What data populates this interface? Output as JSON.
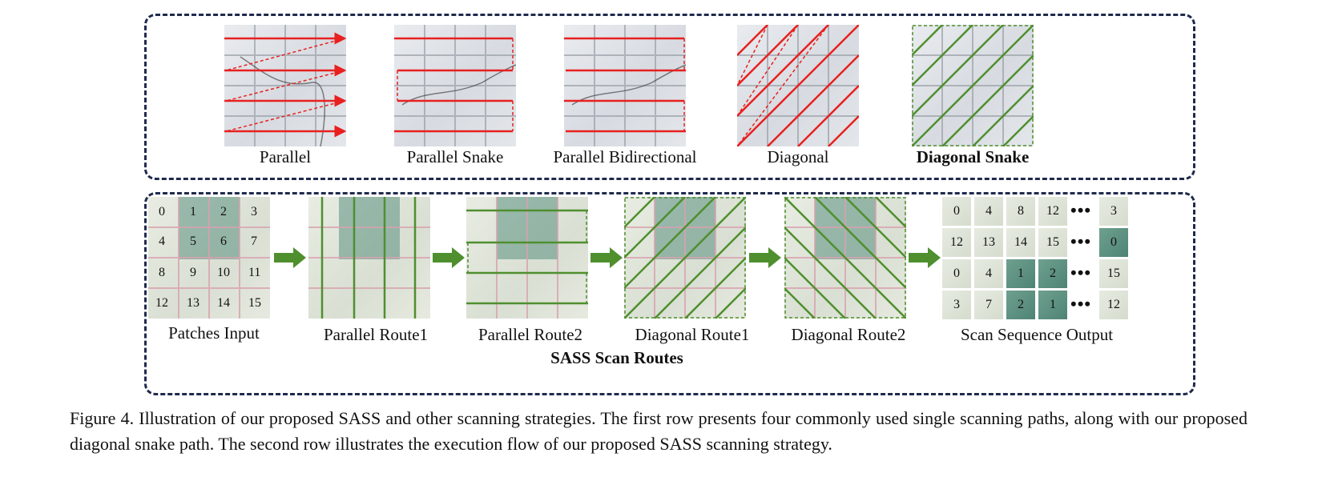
{
  "top_row": {
    "captions": [
      "Parallel",
      "Parallel Snake",
      "Parallel Bidirectional",
      "Diagonal",
      "Diagonal Snake"
    ],
    "colors": {
      "route_red": "#e8201f",
      "route_green": "#4f8f2e"
    }
  },
  "bottom_row": {
    "captions": [
      "Patches Input",
      "Parallel Route1",
      "Parallel Route2",
      "Diagonal Route1",
      "Diagonal Route2",
      "Scan Sequence Output"
    ],
    "title": "SASS Scan Routes",
    "patch_numbers": [
      "0",
      "1",
      "2",
      "3",
      "4",
      "5",
      "6",
      "7",
      "8",
      "9",
      "10",
      "11",
      "12",
      "13",
      "14",
      "15"
    ],
    "sequence_rows": [
      [
        "0",
        "4",
        "8",
        "12",
        "3"
      ],
      [
        "12",
        "13",
        "14",
        "15",
        "0"
      ],
      [
        "0",
        "4",
        "1",
        "2",
        "15"
      ],
      [
        "3",
        "7",
        "2",
        "1",
        "12"
      ]
    ],
    "ellipsis": "•••",
    "flow_arrow_color": "#4f8f2e"
  },
  "figure_caption": "Figure 4. Illustration of our proposed SASS and other scanning strategies. The first row presents four commonly used single scanning paths, along with our proposed diagonal snake path. The second row illustrates the execution flow of our proposed SASS scanning strategy."
}
